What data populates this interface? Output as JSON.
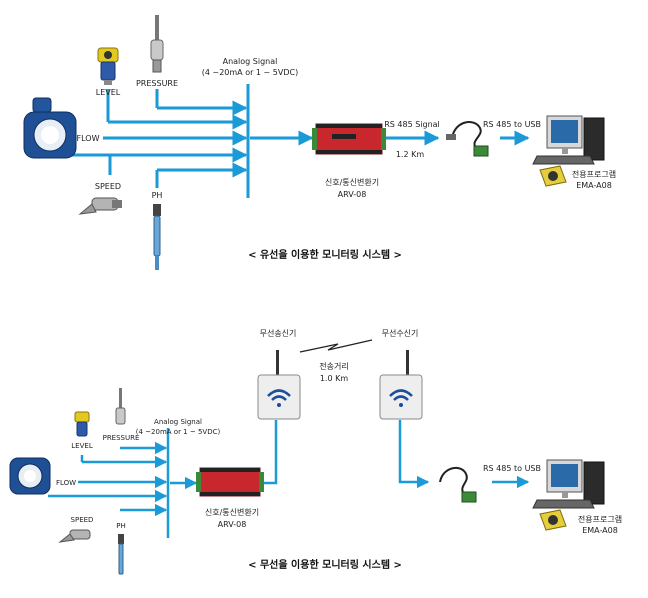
{
  "colors": {
    "signal_line": "#1a9ad6",
    "converter_red": "#c8272d",
    "flowmeter_blue": "#1f4f95",
    "wifi_blue": "#1d4e9c"
  },
  "wired_system": {
    "sensors": {
      "level": "LEVEL",
      "pressure": "PRESSURE",
      "flow": "FLOW",
      "speed": "SPEED",
      "ph": "PH"
    },
    "analog_signal_line1": "Analog Signal",
    "analog_signal_line2": "(4 ~20mA or 1 ~ 5VDC)",
    "converter_name": "신호/통신변환기",
    "converter_model": "ARV-08",
    "rs485_signal": "RS 485 Signal",
    "distance": "1.2 Km",
    "rs485_to_usb": "RS 485 to USB",
    "program_name": "전용프로그램",
    "program_model": "EMA-A08",
    "caption": "< 유선을 이용한 모니터링 시스템 >"
  },
  "wireless_system": {
    "sensors": {
      "level": "LEVEL",
      "pressure": "PRESSURE",
      "flow": "FLOW",
      "speed": "SPEED",
      "ph": "PH"
    },
    "analog_signal_line1": "Analog Signal",
    "analog_signal_line2": "(4 ~20mA or 1 ~ 5VDC)",
    "converter_name": "신호/통신변환기",
    "converter_model": "ARV-08",
    "transmitter": "무선송신기",
    "receiver": "무선수신기",
    "transmission_distance": "전송거리",
    "transmission_value": "1.0 Km",
    "rs485_to_usb": "RS 485 to USB",
    "program_name": "전용프로그램",
    "program_model": "EMA-A08",
    "caption": "< 무선을 이용한 모니터링 시스템 >"
  }
}
